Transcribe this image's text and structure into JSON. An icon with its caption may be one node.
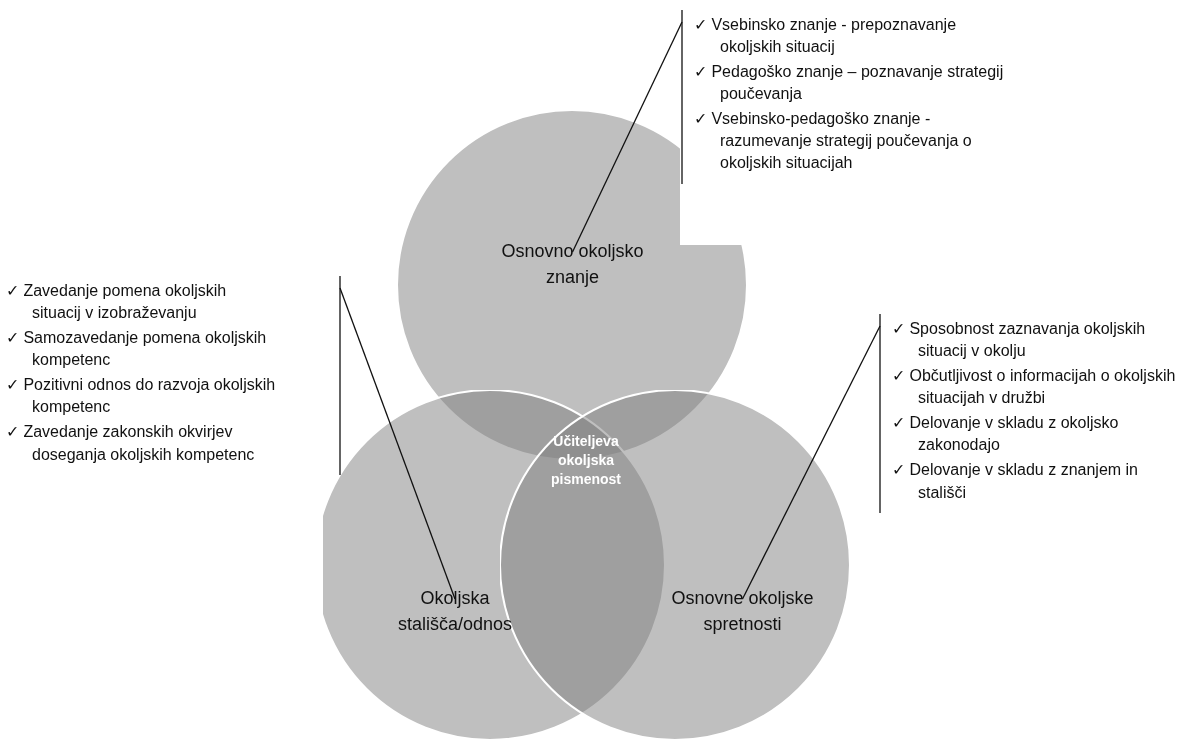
{
  "diagram": {
    "nodes": [
      {
        "text": [
          "Osnovno okoljsko znanje"
        ]
      },
      {
        "text": [
          "Okoljska stališča/odnos"
        ]
      },
      {
        "text": [
          "Osnovne okoljske spretnosti"
        ]
      },
      {
        "text": [
          "Učiteljeva okoljska pismenost"
        ]
      },
      {
        "text": [
          "✓ Vsebinsko znanje - prepoznavanje okoljskih situacij",
          "✓ Pedagoško znanje – poznavanje strategij poučevanja",
          "✓ Vsebinsko-pedagoško znanje - razumevanje strategij poučevanja o okoljskih situacijah"
        ]
      },
      {
        "text": [
          "✓ Zavedanje pomena okoljskih situacij v izobraževanju",
          "✓ Samozavedanje pomena okoljskih kompetenc",
          "✓ Pozitivni odnos do razvoja okoljskih kompetenc",
          "✓ Zavedanje zakonskih okvirjev doseganja okoljskih kompetenc"
        ]
      },
      {
        "text": [
          "✓ Sposobnost zaznavanja okoljskih situacij v okolju",
          "✓ Občutljivost o informacijah o okoljskih situacijah v družbi",
          "✓ Delovanje v skladu z okoljsko zakonodajo",
          "✓ Delovanje v skladu z znanjem in stališči"
        ]
      }
    ],
    "edges": [
      {
        "from": 4,
        "to": 0,
        "arrow": "none"
      },
      {
        "from": 5,
        "to": 1,
        "arrow": "none"
      },
      {
        "from": 6,
        "to": 2,
        "arrow": "none"
      }
    ]
  }
}
